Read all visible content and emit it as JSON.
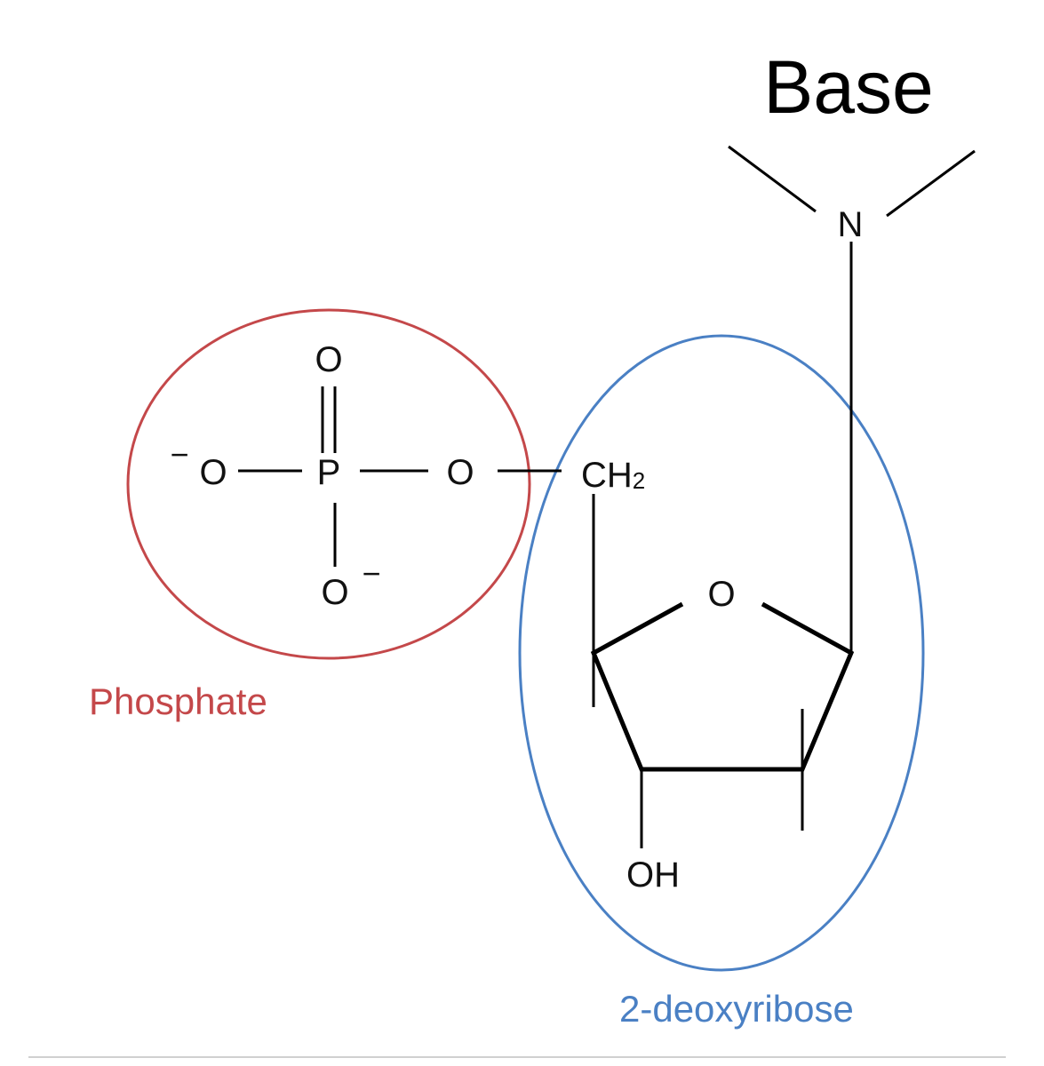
{
  "labels": {
    "base": "Base",
    "phosphate": "Phosphate",
    "sugar": "2-deoxyribose"
  },
  "atoms": {
    "nitrogen": "N",
    "phosphorus": "P",
    "oxygen": "O",
    "ch2": "CH",
    "ch2_subscript": "2",
    "hydroxyl": "OH",
    "minus": "−"
  },
  "colors": {
    "phosphate": "#c4484a",
    "sugar": "#4a80c4",
    "ink": "#000000",
    "rule": "#d0d0d0"
  }
}
